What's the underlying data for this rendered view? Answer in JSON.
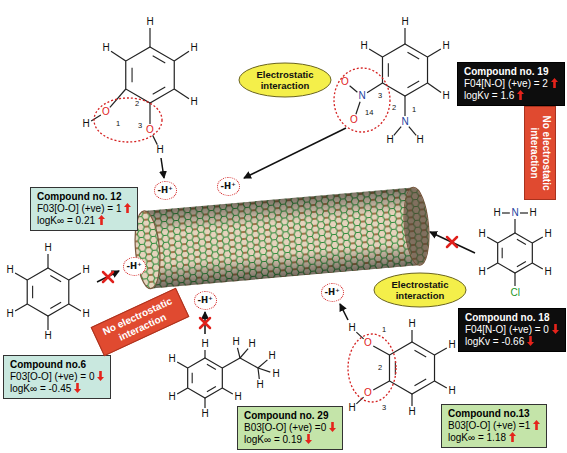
{
  "diagram": {
    "nodes": [
      {
        "text": [
          "Compound no. 12",
          "F03[O-O] (+ve) = 1",
          "logK∞ = 0.21"
        ]
      },
      {
        "text": [
          "Electrostatic interaction"
        ]
      },
      {
        "text": [
          "Compound no. 19",
          "F04[N-O] (+ve) = 2",
          "logKv = 1.6"
        ]
      },
      {
        "text": [
          "No electrostatic interaction"
        ]
      },
      {
        "text": [
          "Compound no. 18",
          "F04[N-O] (+ve) = 0",
          "logKv = -0.66"
        ]
      },
      {
        "text": [
          "Electrostatic interaction"
        ]
      },
      {
        "text": [
          "Compound no.6",
          "F03[O-O] (+ve) = 0",
          "logK∞ = -0.45"
        ]
      },
      {
        "text": [
          "No electrostatic interaction"
        ]
      },
      {
        "text": [
          "Compound no. 29",
          "B03[O-O] (+ve) =0",
          "logK∞ = 0.19"
        ]
      },
      {
        "text": [
          "Compound no.13",
          "B03[O-O] (+ve) =1",
          "logK∞ = 1.18"
        ]
      }
    ],
    "labels": [
      "H",
      "H",
      "H",
      "H",
      "O",
      "O",
      "H",
      "H",
      "1",
      "2",
      "3",
      "-H⁺",
      "H",
      "H",
      "H",
      "H",
      "N",
      "H",
      "H",
      "O",
      "N",
      "O",
      "14",
      "3",
      "2",
      "1",
      "-H⁺",
      "H",
      "N",
      "H",
      "H",
      "H",
      "H",
      "H",
      "Cl",
      "H",
      "H",
      "H",
      "H",
      "H",
      "H",
      "-H⁺",
      "H",
      "H",
      "H",
      "H",
      "H",
      "H",
      "H",
      "H",
      "H",
      "H",
      "-H⁺",
      "H",
      "H",
      "H",
      "H",
      "O",
      "H",
      "O",
      "H",
      "1",
      "2",
      "3",
      "-H⁺"
    ]
  }
}
